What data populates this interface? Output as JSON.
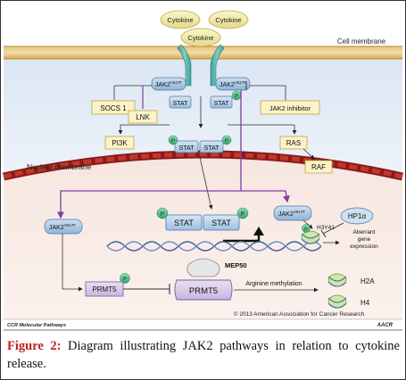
{
  "diagram": {
    "cytokines": [
      "Cytokine",
      "Cytokine",
      "Cytokine"
    ],
    "cell_membrane": "Cell membrane",
    "nuclear_membrane": "Nuclear membrane",
    "jak2_base": "JAK2",
    "jak2_sup": "V617F",
    "stat": "STAT",
    "p": "P",
    "socs1": "SOCS 1",
    "lnk": "LNK",
    "jak2_inhibitor": "JAK2 inhibitor",
    "pi3k": "PI3K",
    "ras": "RAS",
    "raf": "RAF",
    "h3y41": "H3Y41",
    "hp1": "HP1α",
    "aberrant": [
      "Aberrant",
      "gene",
      "expression"
    ],
    "mep50": "MEP50",
    "prmt5": "PRMT5",
    "arginine_methylation": "Arginine methylation",
    "h2a": "H2A",
    "h4": "H4",
    "footer_left": "CCR Molecular Pathways",
    "copyright": "© 2013 American Association for Cancer Research",
    "logo": "AACR"
  },
  "caption": {
    "label": "Figure 2:",
    "text": " Diagram illustrating JAK2 pathways in relation to cytokine release."
  }
}
